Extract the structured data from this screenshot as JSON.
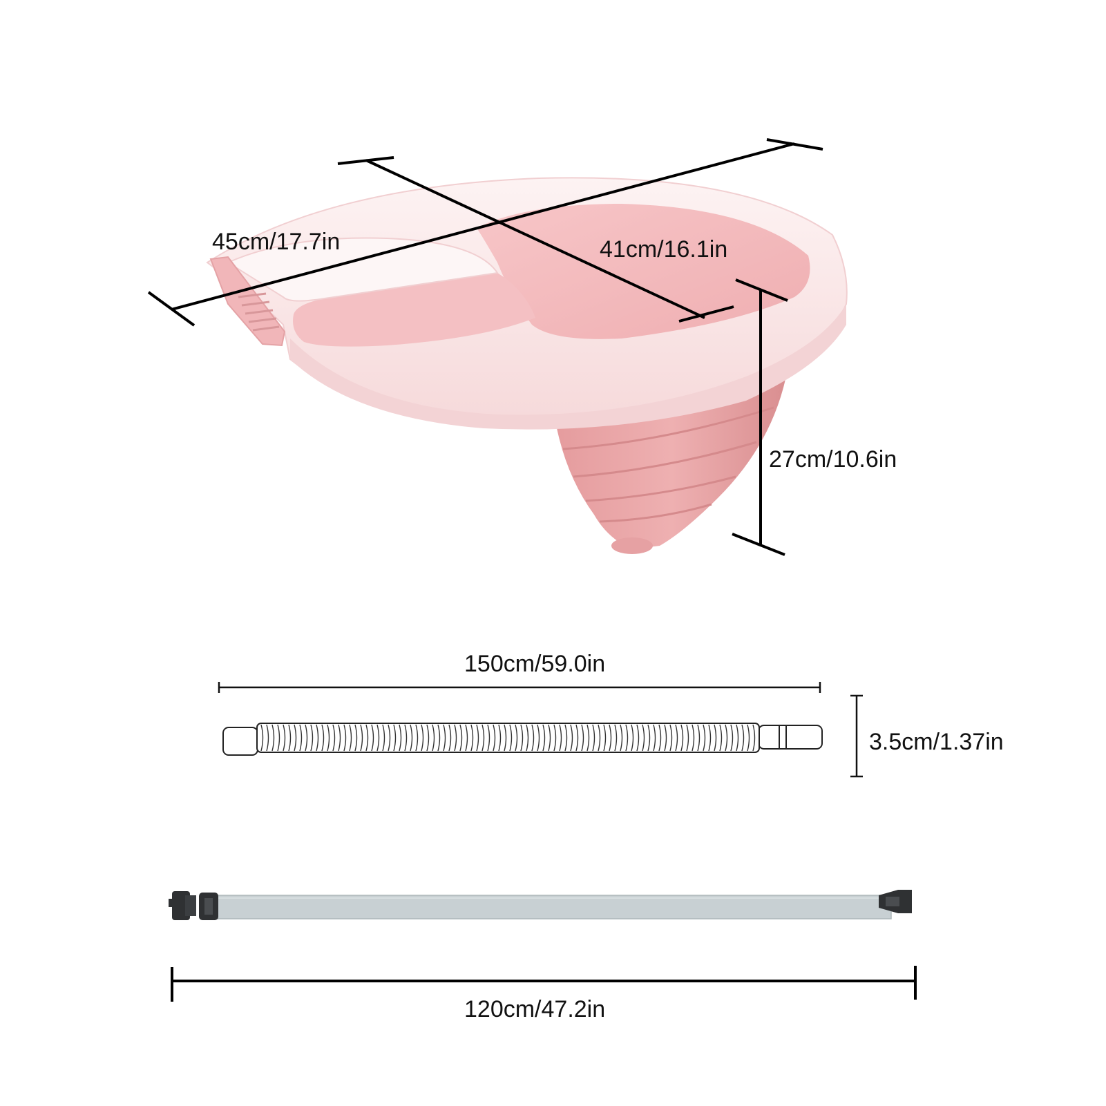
{
  "dimensions": {
    "basin_width": "45cm/17.7in",
    "basin_depth": "41cm/16.1in",
    "basin_height": "27cm/10.6in",
    "hose_length": "150cm/59.0in",
    "hose_diameter": "3.5cm/1.37in",
    "strap_length": "120cm/47.2in"
  },
  "colors": {
    "basin_rim": "#fbe9ea",
    "basin_inner": "#f3b8bb",
    "funnel": "#e9a3a4",
    "strap": "#c9d1d4",
    "buckle": "#2f3133",
    "line": "#000000"
  },
  "icons": {
    "basin": "pink-collapsible-shampoo-basin-icon",
    "hose": "corrugated-drain-hose-icon",
    "strap": "adjustable-buckle-strap-icon"
  }
}
